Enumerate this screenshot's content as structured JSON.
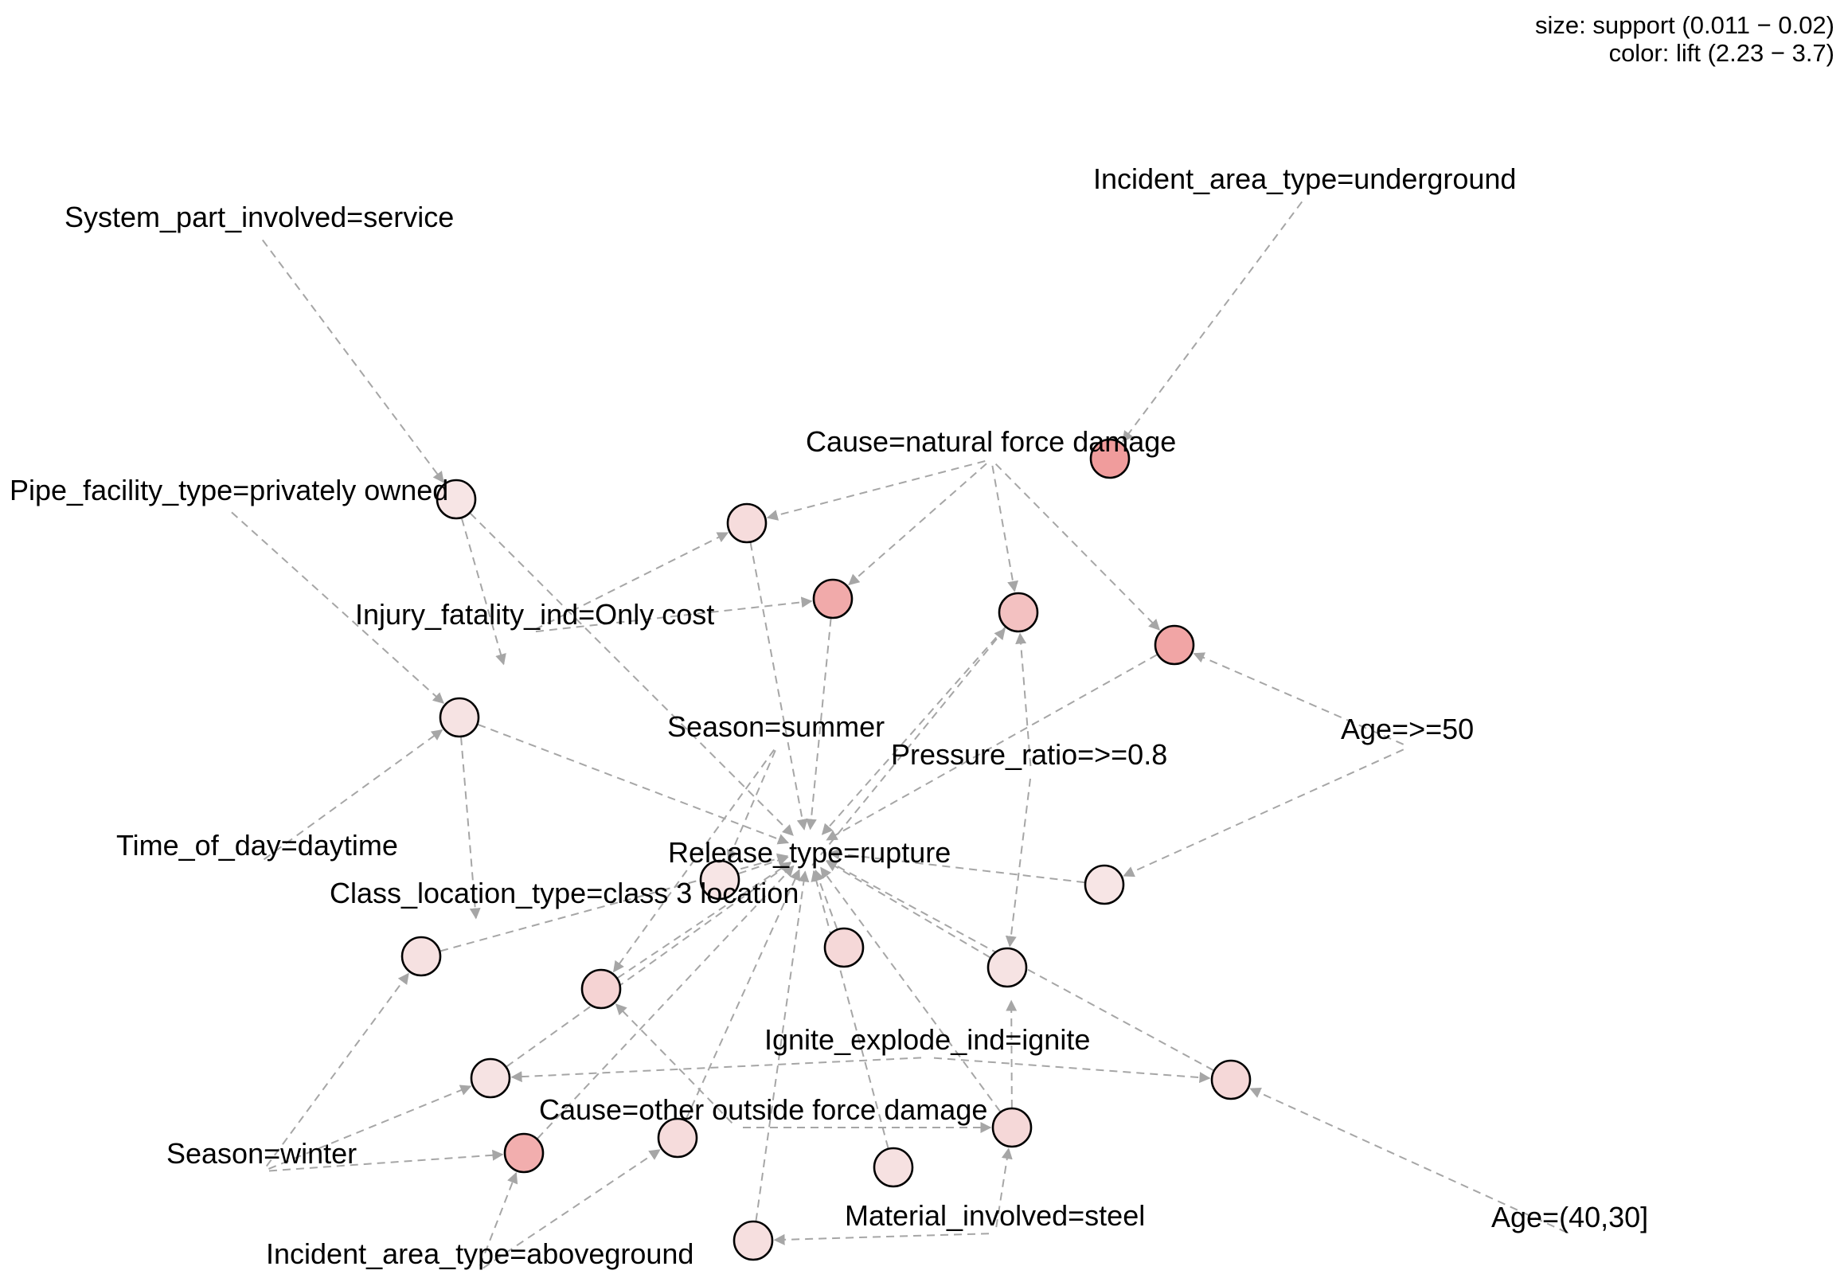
{
  "legend": {
    "size_text": "size: support (0.011 − 0.02)",
    "color_text": "color: lift (2.23 − 3.7)"
  },
  "colors": {
    "edge": "#a6a6a6",
    "low_lift": "#f7eaea",
    "high_lift": "#ef8e8e"
  },
  "item_labels": [
    "Incident_area_type=underground",
    "System_part_involved=service",
    "Cause=natural force damage",
    "Pipe_facility_type=privately owned",
    "Injury_fatality_ind=Only cost",
    "Season=summer",
    "Age=>=50",
    "Pressure_ratio=>=0.8",
    "Time_of_day=daytime",
    "Release_type=rupture",
    "Class_location_type=class 3 location",
    "Ignite_explode_ind=ignite",
    "Cause=other outside force damage",
    "Season=winter",
    "Material_involved=steel",
    "Age=(40,30]",
    "Incident_area_type=aboveground"
  ]
}
